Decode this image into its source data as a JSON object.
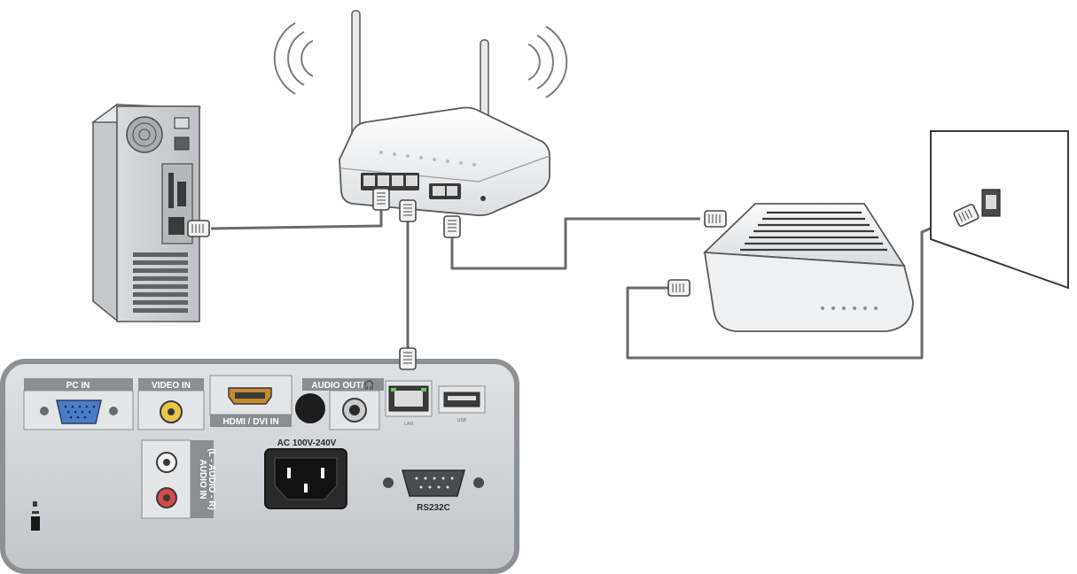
{
  "panel": {
    "pc_in": "PC IN",
    "video_in": "VIDEO IN",
    "hdmi_dvi_in": "HDMI / DVI IN",
    "audio_out": "AUDIO OUT/🎧",
    "lan": "LAN",
    "usb": "USB",
    "ac_power": "AC 100V-240V",
    "rs232c": "RS232C",
    "audio_in": "AUDIO IN",
    "audio_in_lr": "(L - AUDIO - R)"
  },
  "colors": {
    "panel": "#cfd2d4",
    "panel_border": "#8e9194",
    "label_bg": "#8b8e91",
    "cable": "#6a6a6a",
    "lan_green": "#6fc06f",
    "rca_yellow": "#e8c64a",
    "rca_red": "#d24a4a"
  },
  "icons": [
    "wifi-signal-icon",
    "router",
    "desktop-pc-tower",
    "modem",
    "wall-lan-jack",
    "rj45-plug-icon",
    "kensington-lock-icon"
  ]
}
